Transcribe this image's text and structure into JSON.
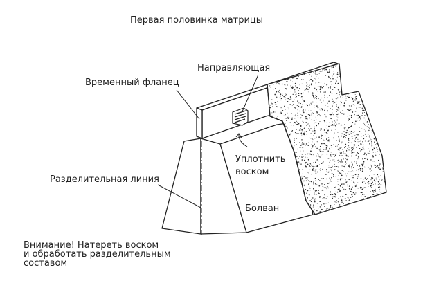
{
  "title": "Первая половинка матрицы",
  "labels": {
    "guide": "Направляющая",
    "flange": "Временный фланец",
    "seal_line1": "Уплотнить",
    "seal_line2": "воском",
    "parting_line": "Разделительная линия",
    "bolvan": "Болван"
  },
  "note": {
    "line1": "Внимание! Натереть воском",
    "line2": "и обработать разделительным",
    "line3": "составом"
  },
  "colors": {
    "ink": "#222222",
    "stipple": "#2a2a2a",
    "background": "#ffffff"
  }
}
